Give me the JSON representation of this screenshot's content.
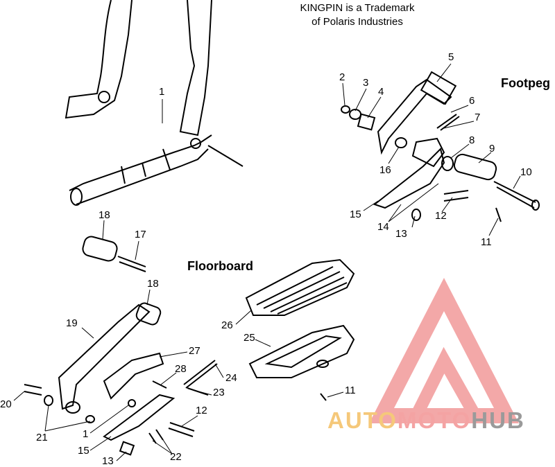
{
  "note": {
    "line1": "KINGPIN is a Trademark",
    "line2": "of Polaris Industries"
  },
  "sections": {
    "footpeg": "Footpeg",
    "floorboard": "Floorboard"
  },
  "callouts": {
    "c1_top": "1",
    "c2": "2",
    "c3": "3",
    "c4": "4",
    "c5": "5",
    "c6": "6",
    "c7": "7",
    "c8": "8",
    "c9": "9",
    "c10": "10",
    "c11_top": "11",
    "c12_top": "12",
    "c13_top": "13",
    "c14": "14",
    "c15_top": "15",
    "c16": "16",
    "c17": "17",
    "c18_a": "18",
    "c18_b": "18",
    "c19": "19",
    "c20": "20",
    "c21": "21",
    "c1_bottom": "1",
    "c15_bottom": "15",
    "c13_bottom": "13",
    "c22": "22",
    "c12_bottom": "12",
    "c23": "23",
    "c24": "24",
    "c25": "25",
    "c26": "26",
    "c27": "27",
    "c28": "28",
    "c11_bottom": "11"
  },
  "watermark": {
    "part1": "AUTO",
    "part2": "MOTO",
    "part3": "HUB"
  },
  "colors": {
    "watermark_red": "#f08c8c",
    "watermark_yellow": "#f5c87a",
    "watermark_gray": "#9a9a9a"
  }
}
